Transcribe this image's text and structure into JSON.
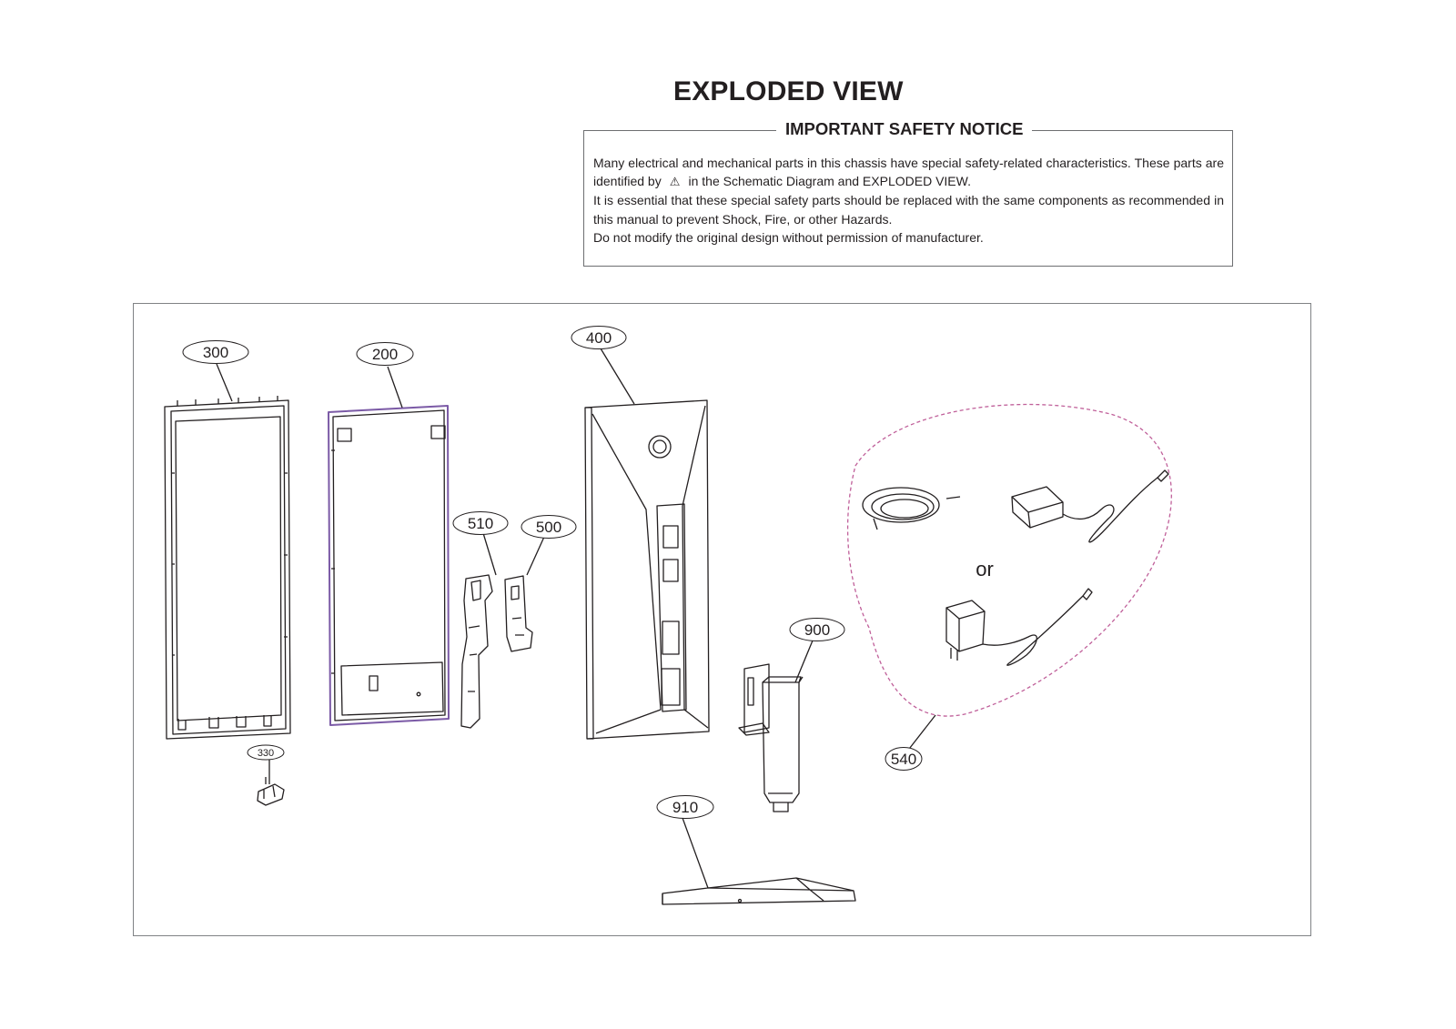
{
  "page": {
    "title": "EXPLODED VIEW"
  },
  "notice": {
    "heading": "IMPORTANT SAFETY NOTICE",
    "line1_part1": "Many electrical and mechanical parts in this chassis have special safety-related characteristics. These parts are identified by",
    "warning_symbol": "warning-triangle-icon",
    "line1_part2": "in the Schematic Diagram and EXPLODED VIEW.",
    "line2": "It is essential that these special safety parts should be replaced with the same components as recommended in this manual to prevent Shock, Fire, or other Hazards.",
    "line3": "Do not modify the original design without permission of manufacturer."
  },
  "diagram": {
    "callouts": [
      "300",
      "200",
      "400",
      "510",
      "500",
      "900",
      "330",
      "910",
      "540"
    ],
    "or_label": "or",
    "group_outline_color": "#c0609a",
    "cover_accent_color": "#7b5aa6"
  }
}
